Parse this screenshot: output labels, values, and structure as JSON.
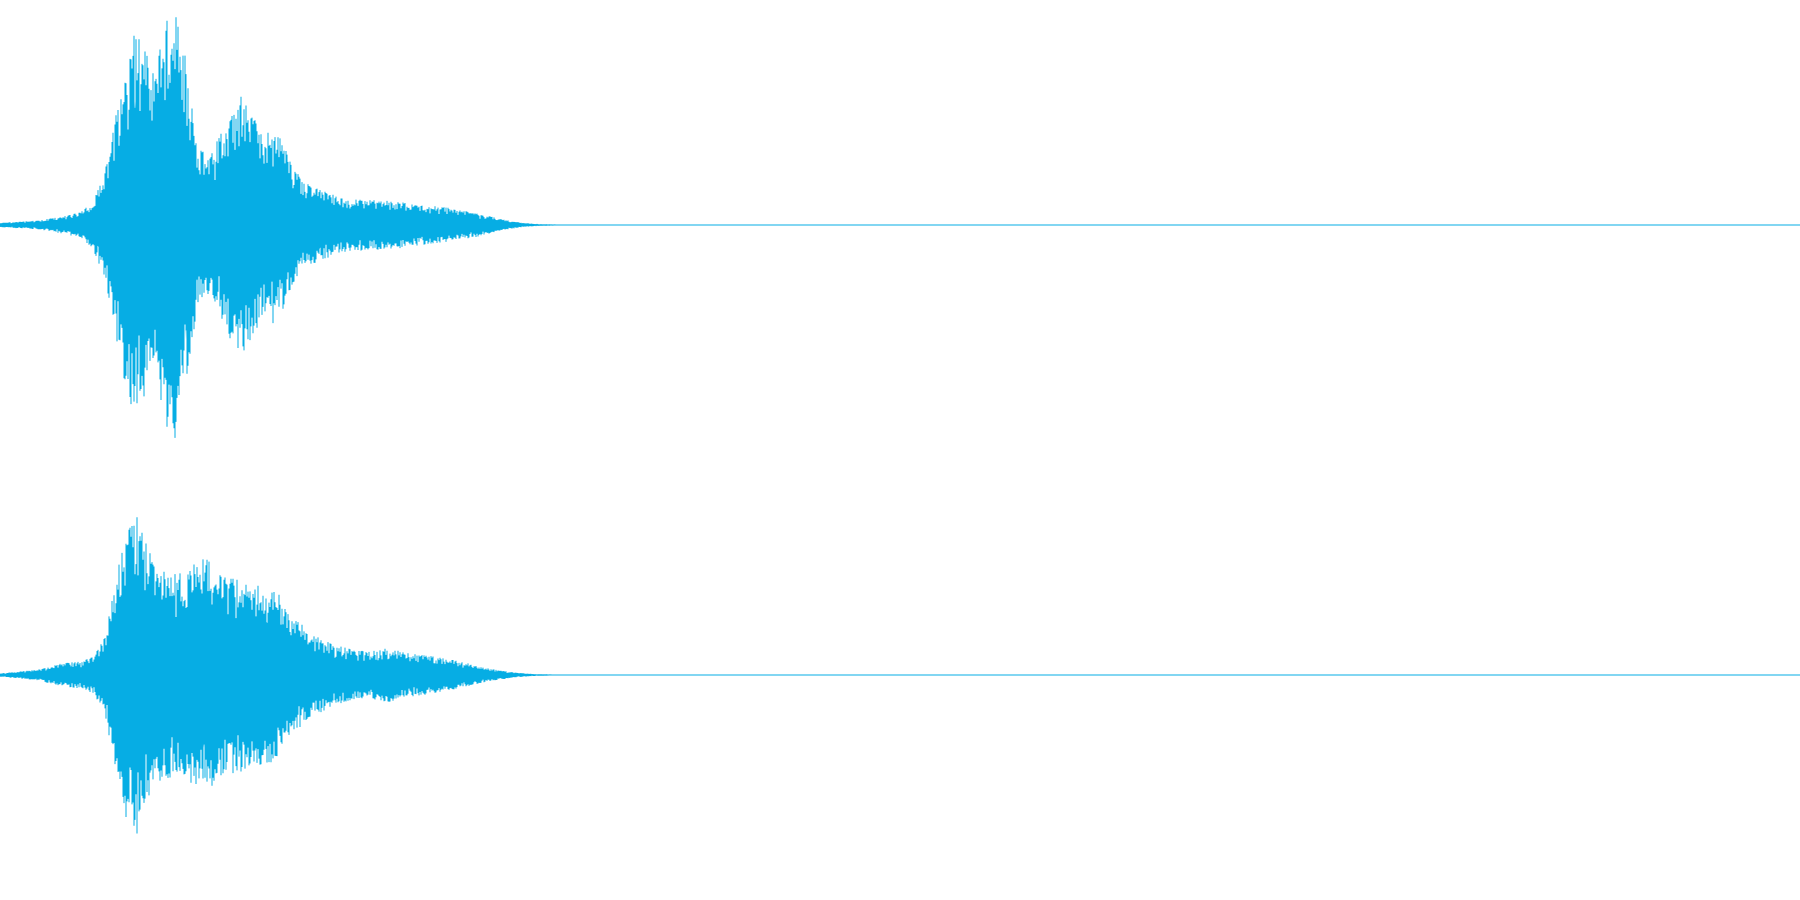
{
  "waveform": {
    "color": "#06ade4",
    "background": "#ffffff",
    "channels": [
      {
        "id": "channel-1",
        "envelope": [
          [
            0.0,
            0.01
          ],
          [
            0.02,
            0.02
          ],
          [
            0.035,
            0.04
          ],
          [
            0.045,
            0.06
          ],
          [
            0.052,
            0.12
          ],
          [
            0.058,
            0.24
          ],
          [
            0.064,
            0.5
          ],
          [
            0.07,
            0.78
          ],
          [
            0.075,
            0.9
          ],
          [
            0.08,
            0.82
          ],
          [
            0.086,
            0.7
          ],
          [
            0.092,
            0.95
          ],
          [
            0.098,
            1.0
          ],
          [
            0.104,
            0.75
          ],
          [
            0.11,
            0.36
          ],
          [
            0.116,
            0.32
          ],
          [
            0.122,
            0.42
          ],
          [
            0.128,
            0.55
          ],
          [
            0.134,
            0.6
          ],
          [
            0.14,
            0.56
          ],
          [
            0.146,
            0.45
          ],
          [
            0.152,
            0.46
          ],
          [
            0.158,
            0.38
          ],
          [
            0.164,
            0.25
          ],
          [
            0.17,
            0.2
          ],
          [
            0.18,
            0.16
          ],
          [
            0.19,
            0.13
          ],
          [
            0.2,
            0.12
          ],
          [
            0.21,
            0.115
          ],
          [
            0.22,
            0.11
          ],
          [
            0.23,
            0.1
          ],
          [
            0.24,
            0.09
          ],
          [
            0.25,
            0.08
          ],
          [
            0.26,
            0.065
          ],
          [
            0.27,
            0.045
          ],
          [
            0.28,
            0.025
          ],
          [
            0.29,
            0.01
          ],
          [
            0.3,
            0.004
          ],
          [
            0.315,
            0.002
          ],
          [
            1.0,
            0.0
          ]
        ]
      },
      {
        "id": "channel-2",
        "envelope": [
          [
            0.0,
            0.01
          ],
          [
            0.02,
            0.03
          ],
          [
            0.035,
            0.07
          ],
          [
            0.045,
            0.08
          ],
          [
            0.052,
            0.11
          ],
          [
            0.058,
            0.22
          ],
          [
            0.064,
            0.55
          ],
          [
            0.07,
            0.85
          ],
          [
            0.076,
            0.96
          ],
          [
            0.082,
            0.75
          ],
          [
            0.09,
            0.62
          ],
          [
            0.098,
            0.6
          ],
          [
            0.106,
            0.64
          ],
          [
            0.114,
            0.7
          ],
          [
            0.122,
            0.6
          ],
          [
            0.13,
            0.58
          ],
          [
            0.138,
            0.56
          ],
          [
            0.146,
            0.54
          ],
          [
            0.154,
            0.5
          ],
          [
            0.16,
            0.36
          ],
          [
            0.168,
            0.3
          ],
          [
            0.176,
            0.23
          ],
          [
            0.186,
            0.18
          ],
          [
            0.196,
            0.15
          ],
          [
            0.206,
            0.14
          ],
          [
            0.216,
            0.16
          ],
          [
            0.226,
            0.13
          ],
          [
            0.236,
            0.12
          ],
          [
            0.246,
            0.1
          ],
          [
            0.256,
            0.08
          ],
          [
            0.266,
            0.05
          ],
          [
            0.276,
            0.03
          ],
          [
            0.286,
            0.015
          ],
          [
            0.296,
            0.006
          ],
          [
            0.312,
            0.002
          ],
          [
            1.0,
            0.0
          ]
        ]
      }
    ]
  }
}
